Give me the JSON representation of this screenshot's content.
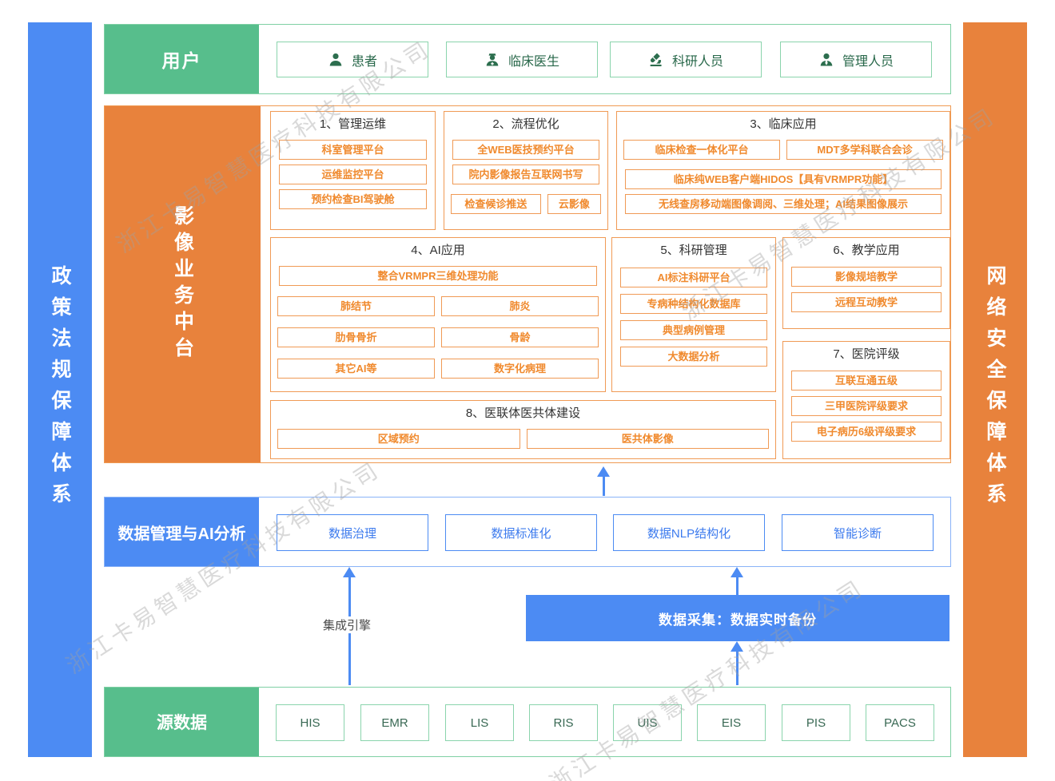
{
  "side_bars": {
    "left": "政策法规保障体系",
    "right": "网络安全保障体系"
  },
  "users_row": {
    "label": "用户",
    "items": [
      {
        "icon": "patient-icon",
        "label": "患者"
      },
      {
        "icon": "doctor-icon",
        "label": "临床医生"
      },
      {
        "icon": "microscope-icon",
        "label": "科研人员"
      },
      {
        "icon": "admin-icon",
        "label": "管理人员"
      }
    ]
  },
  "platform": {
    "label": "影像业务中台",
    "sections": [
      {
        "title": "1、管理运维",
        "items": [
          "科室管理平台",
          "运维监控平台",
          "预约检查BI驾驶舱"
        ]
      },
      {
        "title": "2、流程优化",
        "items": [
          "全WEB医技预约平台",
          "院内影像报告互联网书写",
          "检查候诊推送",
          "云影像"
        ]
      },
      {
        "title": "3、临床应用",
        "items": [
          "临床检查一体化平台",
          "MDT多学科联合会诊",
          "临床纯WEB客户端HIDOS【具有VRMPR功能】",
          "无线查房移动端图像调阅、三维处理；AI结果图像展示"
        ]
      },
      {
        "title": "4、AI应用",
        "items": [
          "整合VRMPR三维处理功能",
          "肺结节",
          "肺炎",
          "肋骨骨折",
          "骨龄",
          "其它AI等",
          "数字化病理"
        ]
      },
      {
        "title": "5、科研管理",
        "items": [
          "AI标注科研平台",
          "专病种结构化数据库",
          "典型病例管理",
          "大数据分析"
        ]
      },
      {
        "title": "6、教学应用",
        "items": [
          "影像规培教学",
          "远程互动教学"
        ]
      },
      {
        "title": "7、医院评级",
        "items": [
          "互联互通五级",
          "三甲医院评级要求",
          "电子病历6级评级要求"
        ]
      },
      {
        "title": "8、医联体医共体建设",
        "items": [
          "区域预约",
          "医共体影像"
        ]
      }
    ]
  },
  "data_row": {
    "label": "数据管理与AI分析",
    "items": [
      "数据治理",
      "数据标准化",
      "数据NLP结构化",
      "智能诊断"
    ]
  },
  "integration": {
    "engine_label": "集成引擎",
    "collection_label": "数据采集：数据实时备份"
  },
  "source_row": {
    "label": "源数据",
    "items": [
      "HIS",
      "EMR",
      "LIS",
      "RIS",
      "UIS",
      "EIS",
      "PIS",
      "PACS"
    ]
  },
  "watermark": {
    "text": "浙江卡易智慧医疗科技有限公司"
  },
  "colors": {
    "green": "#57be8c",
    "green_border": "#8ad4ac",
    "green_text": "#276749",
    "orange": "#e8823c",
    "orange_border": "#f09a55",
    "orange_text": "#f08a2e",
    "blue": "#4c8bf3",
    "blue_text": "#3d7bee",
    "section_title_text": "#333333"
  }
}
